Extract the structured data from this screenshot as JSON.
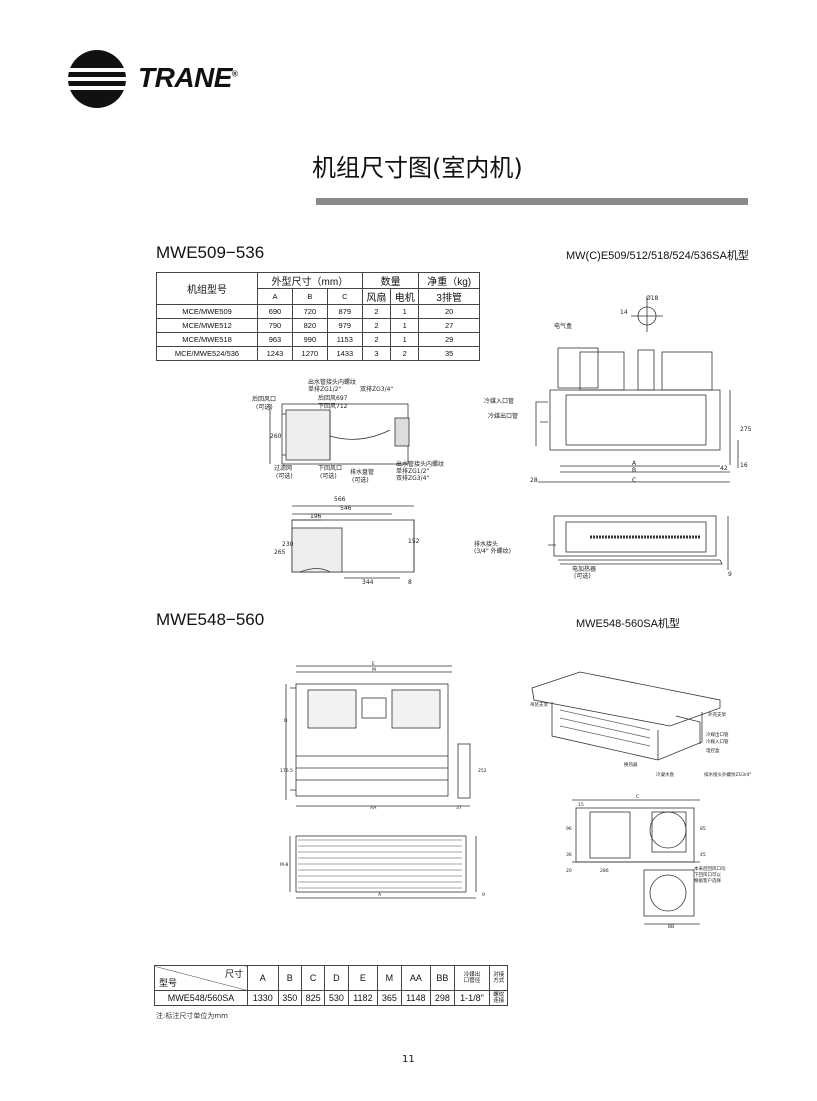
{
  "brand": {
    "name": "TRANE",
    "mark": "®"
  },
  "page_title": "机组尺寸图(室内机)",
  "section1": {
    "title": "MWE509−536",
    "subtitle": "MW(C)E509/512/518/524/536SA机型",
    "table": {
      "col_model": "机组型号",
      "col_dims": "外型尺寸（mm）",
      "col_qty": "数量",
      "col_weight": "净重（kg)",
      "sub_a": "A",
      "sub_b": "B",
      "sub_c": "C",
      "sub_fan": "风扇",
      "sub_motor": "电机",
      "sub_row": "3排管",
      "rows": [
        [
          "MCE/MWE509",
          "690",
          "720",
          "879",
          "2",
          "1",
          "20"
        ],
        [
          "MCE/MWE512",
          "790",
          "820",
          "979",
          "2",
          "1",
          "27"
        ],
        [
          "MCE/MWE518",
          "963",
          "990",
          "1153",
          "2",
          "1",
          "29"
        ],
        [
          "MCE/MWE524/536",
          "1243",
          "1270",
          "1433",
          "3",
          "2",
          "35"
        ]
      ]
    },
    "side_labels": {
      "rear_return": "后回风口",
      "optional": "(可选)",
      "outlet_thread": "出水管接头内螺纹",
      "single_row": "单排ZG1/2\"",
      "double_row": "双排ZG3/4\"",
      "rear_697": "后回风697",
      "down_712": "下回风712",
      "filter": "过滤网",
      "optional2": "(可选)",
      "down_return": "下回风口",
      "optional3": "(可选)",
      "drain_pan": "排水盘管",
      "optional4": "(可选)",
      "outlet_thread2": "出水管接头内螺纹",
      "single_row2": "单排ZG1/2\"",
      "double_row2": "双排ZG3/4\"",
      "dim_260": "260"
    },
    "plan_labels": {
      "d566": "566",
      "d546": "546",
      "d196": "196",
      "d230": "230",
      "d265": "265",
      "d152": "152",
      "d344": "344",
      "d8": "8"
    },
    "front_labels": {
      "phi18": "Ø18",
      "d14": "14",
      "elec_box": "电气盒",
      "in_pipe": "冷媒入口管",
      "out_pipe": "冷媒出口管",
      "d275": "275",
      "a": "A",
      "b": "B",
      "c": "C",
      "d42": "42",
      "d16": "16",
      "d28": "28"
    },
    "bottom_labels": {
      "drain": "排水接头",
      "drain_spec": "(3/4\" 外螺纹)",
      "heater": "电加热器",
      "optional": "(可选)",
      "d9": "9"
    }
  },
  "section2": {
    "title": "MWE548−560",
    "subtitle": "MWE548-560SA机型",
    "labels": {
      "e": "E",
      "m": "M",
      "d": "D",
      "d1765": "176.5",
      "d252": "252",
      "d37": "37",
      "aa": "AA",
      "m8": "M-8",
      "a": "A",
      "d9": "9",
      "hanger": "吊装支架",
      "outer_frame": "外壳支架",
      "refr_out": "冷媒出口管",
      "refr_in": "冷媒入口管",
      "elec_box": "电控盒",
      "heat_exch": "换热器",
      "drain_pan": "冷凝水盘",
      "drain_thread": "排水接头外螺纹ZG3/4\"",
      "c": "C",
      "d15": "15",
      "d96": "96",
      "d36": "36",
      "d20": "20",
      "d286": "286",
      "d45": "45",
      "d85": "85",
      "bb": "BB",
      "note_back": "本采后回风口均",
      "note_back2": "下回风口可以",
      "note_back3": "根据客户选择"
    },
    "table": {
      "col_dim": "尺寸",
      "col_model": "型号",
      "headers": [
        "A",
        "B",
        "C",
        "D",
        "E",
        "M",
        "AA",
        "BB"
      ],
      "pipe_hdr1": "冷媒出",
      "pipe_hdr2": "口管径",
      "conn_hdr1": "对接",
      "conn_hdr2": "方式",
      "row_model": "MWE548/560SA",
      "row_values": [
        "1330",
        "350",
        "825",
        "530",
        "1182",
        "365",
        "1148",
        "298"
      ],
      "row_pipe": "1-1/8\"",
      "row_conn1": "螺纹",
      "row_conn2": "连接"
    }
  },
  "note": "注:标注尺寸单位为mm",
  "page_number": "11"
}
